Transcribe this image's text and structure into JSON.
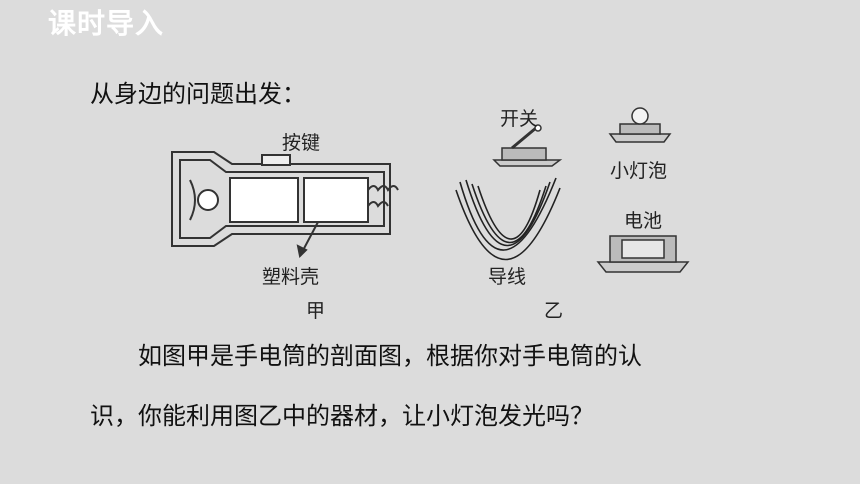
{
  "header": {
    "title": "课时导入"
  },
  "intro": "从身边的问题出发：",
  "figure_a": {
    "button_label": "按键",
    "shell_label": "塑料壳",
    "caption": "甲"
  },
  "figure_b": {
    "switch_label": "开关",
    "bulb_label": "小灯泡",
    "battery_label": "电池",
    "wire_label": "导线",
    "caption": "乙"
  },
  "paragraph": {
    "line1": "　　如图甲是手电筒的剖面图，根据你对手电筒的认",
    "line2": "识，你能利用图乙中的器材，让小灯泡发光吗？"
  }
}
